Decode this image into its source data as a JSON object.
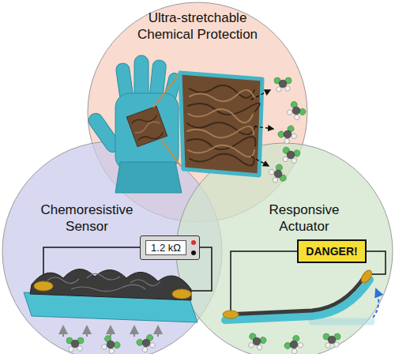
{
  "diagram": {
    "nodes": [
      {
        "text": [
          "Ultra-stretchable Chemical Protection"
        ]
      },
      {
        "text": [
          "Chemoresistive Sensor"
        ]
      },
      {
        "text": [
          "Responsive Actuator"
        ]
      },
      {
        "text": [
          "1.2 kΩ"
        ],
        "in": 1
      },
      {
        "text": [
          "DANGER!"
        ],
        "in": 2
      }
    ]
  }
}
